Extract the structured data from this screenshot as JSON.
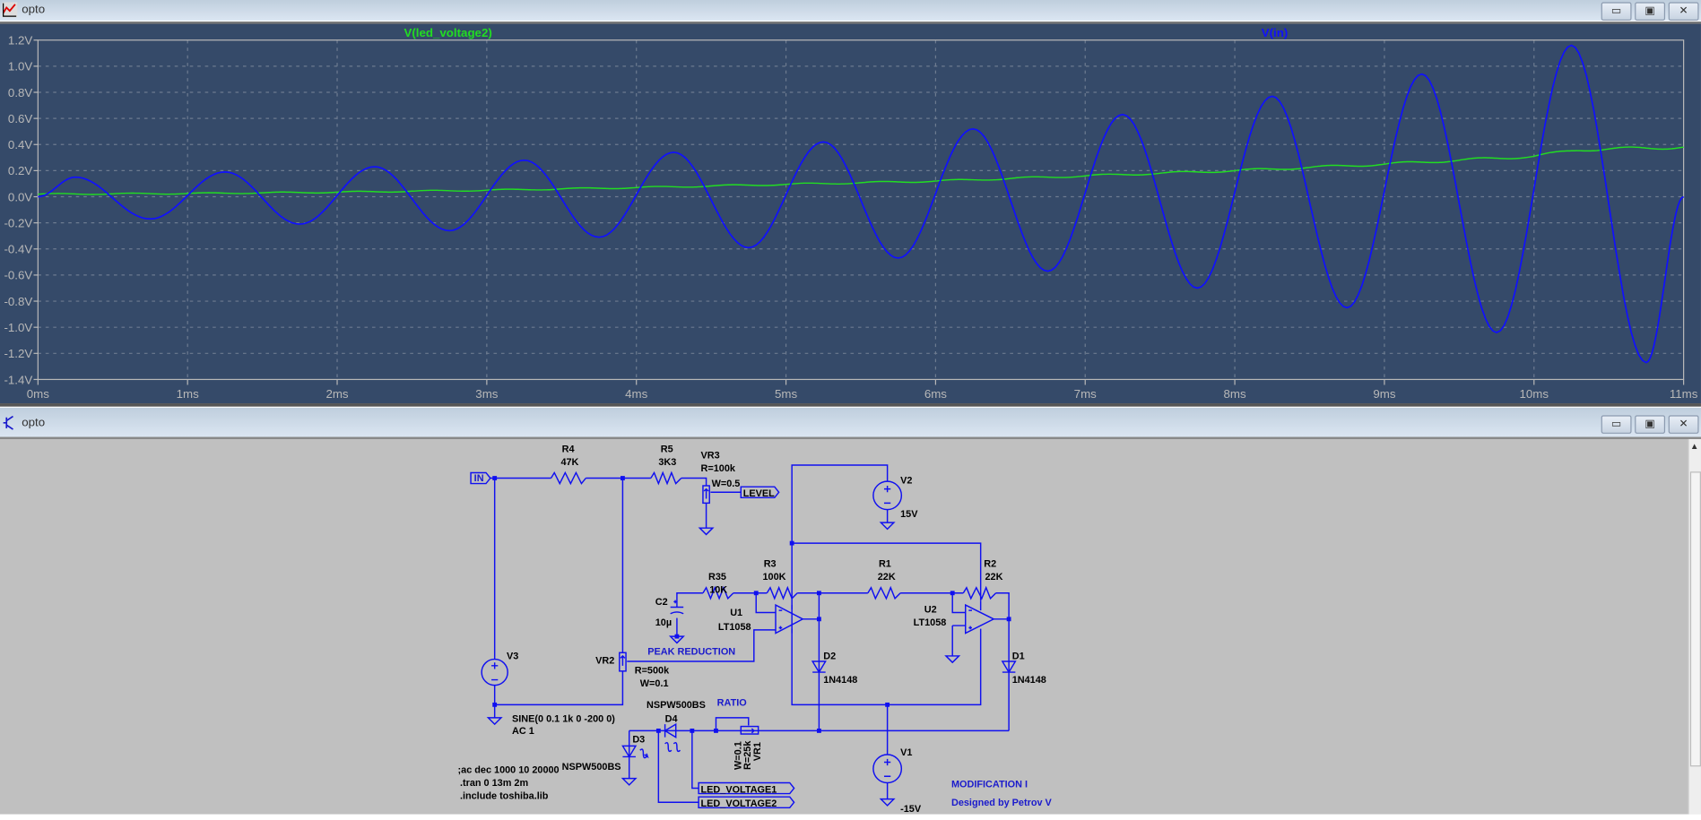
{
  "plot_window": {
    "title": "opto",
    "buttons": {
      "minimize": "▭",
      "restore": "▣",
      "close": "✕"
    }
  },
  "schematic_window": {
    "title": "opto",
    "buttons": {
      "minimize": "▭",
      "restore": "▣",
      "close": "✕"
    }
  },
  "chart_data": {
    "type": "line",
    "xlabel": "",
    "ylabel": "",
    "xlim": [
      0,
      11
    ],
    "ylim": [
      -1.4,
      1.2
    ],
    "x_unit": "ms",
    "y_unit": "V",
    "x_ticks": [
      "0ms",
      "1ms",
      "2ms",
      "3ms",
      "4ms",
      "5ms",
      "6ms",
      "7ms",
      "8ms",
      "9ms",
      "10ms",
      "11ms"
    ],
    "y_ticks": [
      "1.2V",
      "1.0V",
      "0.8V",
      "0.6V",
      "0.4V",
      "0.2V",
      "0.0V",
      "-0.2V",
      "-0.4V",
      "-0.6V",
      "-0.8V",
      "-1.0V",
      "-1.2V",
      "-1.4V"
    ],
    "grid": true,
    "colors": {
      "background": "#354a69",
      "vin": "#1010ff",
      "led": "#22dd22",
      "axis": "#b8b8b8"
    },
    "series": [
      {
        "name": "V(led_voltage2)",
        "color": "#22dd22",
        "points": [
          [
            0,
            0.02
          ],
          [
            1,
            0.025
          ],
          [
            2,
            0.035
          ],
          [
            3,
            0.05
          ],
          [
            4,
            0.07
          ],
          [
            5,
            0.095
          ],
          [
            6,
            0.12
          ],
          [
            7,
            0.16
          ],
          [
            8,
            0.2
          ],
          [
            9,
            0.25
          ],
          [
            9.5,
            0.28
          ],
          [
            10,
            0.31
          ],
          [
            10.3,
            0.36
          ],
          [
            11,
            0.38
          ]
        ],
        "ripple": 0.01
      },
      {
        "name": "V(in)",
        "color": "#1010ff",
        "extrema": [
          [
            0,
            0
          ],
          [
            0.25,
            0.15
          ],
          [
            0.75,
            -0.17
          ],
          [
            1.25,
            0.19
          ],
          [
            1.75,
            -0.21
          ],
          [
            2.25,
            0.23
          ],
          [
            2.75,
            -0.26
          ],
          [
            3.25,
            0.28
          ],
          [
            3.75,
            -0.31
          ],
          [
            4.25,
            0.34
          ],
          [
            4.75,
            -0.39
          ],
          [
            5.25,
            0.42
          ],
          [
            5.75,
            -0.47
          ],
          [
            6.25,
            0.52
          ],
          [
            6.75,
            -0.57
          ],
          [
            7.25,
            0.63
          ],
          [
            7.75,
            -0.7
          ],
          [
            8.25,
            0.77
          ],
          [
            8.75,
            -0.85
          ],
          [
            9.25,
            0.94
          ],
          [
            9.75,
            -1.04
          ],
          [
            10.25,
            1.16
          ],
          [
            10.75,
            -1.27
          ],
          [
            11,
            0
          ]
        ]
      }
    ]
  },
  "schematic": {
    "in_flag": "IN",
    "level_flag": "LEVEL",
    "led1_flag": "LED_VOLTAGE1",
    "led2_flag": "LED_VOLTAGE2",
    "r4": {
      "name": "R4",
      "value": "47K"
    },
    "r5": {
      "name": "R5",
      "value": "3K3"
    },
    "vr3": {
      "name": "VR3",
      "r": "R=100k",
      "w": "W=0.5"
    },
    "v2": {
      "name": "V2",
      "value": "15V"
    },
    "v1": {
      "name": "V1",
      "value": "-15V"
    },
    "v3": {
      "name": "V3",
      "value": "SINE(0 0.1 1k 0 -200 0)",
      "ac": "AC 1"
    },
    "r35": {
      "name": "R35",
      "value": "10K"
    },
    "r3": {
      "name": "R3",
      "value": "100K"
    },
    "r1": {
      "name": "R1",
      "value": "22K"
    },
    "r2": {
      "name": "R2",
      "value": "22K"
    },
    "c2": {
      "name": "C2",
      "value": "10µ"
    },
    "u1": {
      "name": "U1",
      "value": "LT1058"
    },
    "u2": {
      "name": "U2",
      "value": "LT1058"
    },
    "d1": {
      "name": "D1",
      "value": "1N4148"
    },
    "d2": {
      "name": "D2",
      "value": "1N4148"
    },
    "d3": {
      "name": "D3",
      "value": "NSPW500BS"
    },
    "d4": {
      "name": "D4",
      "value": "NSPW500BS"
    },
    "vr2": {
      "name": "VR2",
      "r": "R=500k",
      "w": "W=0.1",
      "comment": "PEAK REDUCTION"
    },
    "vr1": {
      "name": "VR1",
      "r": "R=25k",
      "w": "W=0.1",
      "comment": "RATIO"
    },
    "directives": [
      ";ac dec 1000 10 20000",
      ".tran 0 13m 2m",
      ".include toshiba.lib"
    ],
    "notes": [
      "MODIFICATION I",
      "Designed by Petrov V"
    ]
  }
}
